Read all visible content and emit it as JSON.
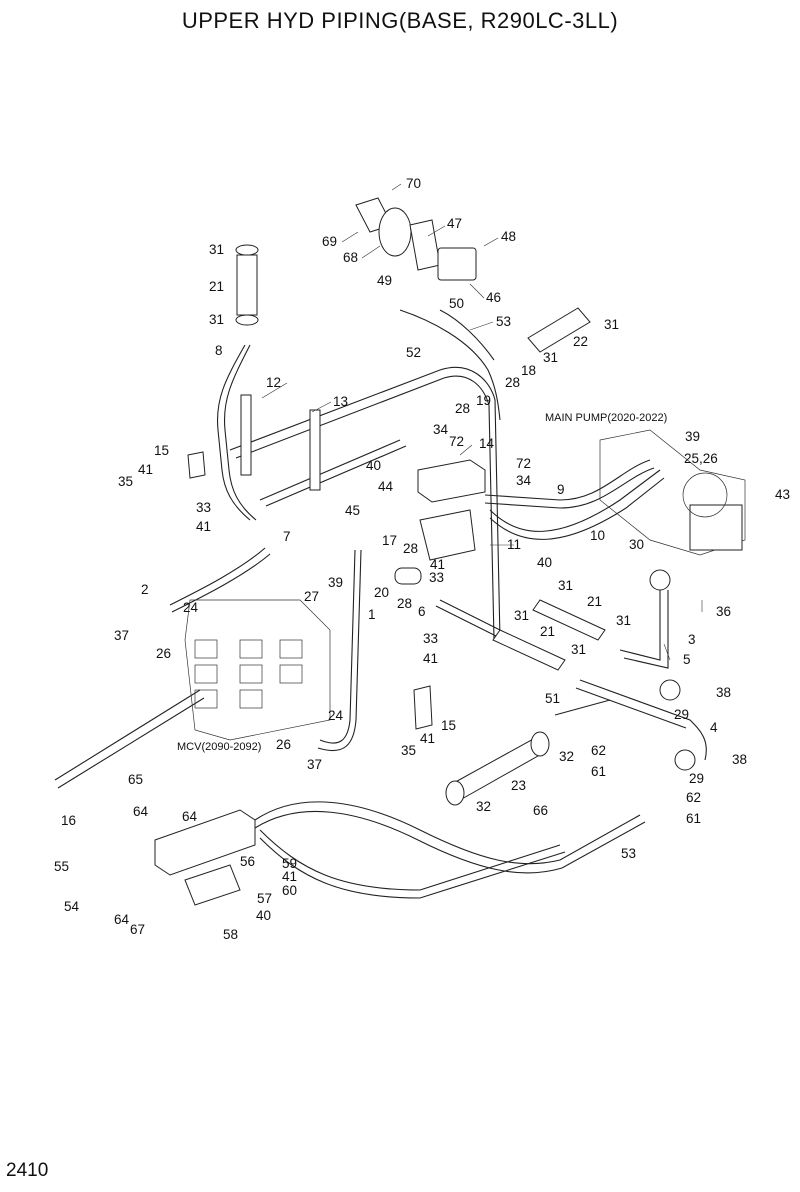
{
  "title": "UPPER HYD PIPING(BASE, R290LC-3LL)",
  "page_number": "2410",
  "notes": {
    "main_pump": "MAIN PUMP(2020-2022)",
    "mcv": "MCV(2090-2092)"
  },
  "callouts": [
    "70",
    "69",
    "68",
    "47",
    "48",
    "46",
    "49",
    "50",
    "31",
    "21",
    "31",
    "8",
    "12",
    "13",
    "53",
    "52",
    "31",
    "22",
    "31",
    "18",
    "28",
    "19",
    "28",
    "15",
    "41",
    "35",
    "34",
    "72",
    "14",
    "40",
    "44",
    "33",
    "41",
    "45",
    "7",
    "17",
    "28",
    "20",
    "28",
    "33",
    "41",
    "6",
    "40",
    "11",
    "72",
    "34",
    "9",
    "10",
    "39",
    "25,26",
    "43",
    "30",
    "36",
    "2",
    "24",
    "37",
    "26",
    "27",
    "39",
    "1",
    "31",
    "21",
    "31",
    "31",
    "21",
    "31",
    "33",
    "41",
    "3",
    "5",
    "38",
    "29",
    "51",
    "15",
    "41",
    "35",
    "24",
    "26",
    "37",
    "32",
    "62",
    "61",
    "23",
    "32",
    "4",
    "38",
    "29",
    "62",
    "61",
    "65",
    "64",
    "64",
    "16",
    "66",
    "53",
    "55",
    "56",
    "59",
    "41",
    "60",
    "54",
    "64",
    "67",
    "57",
    "40",
    "58"
  ]
}
